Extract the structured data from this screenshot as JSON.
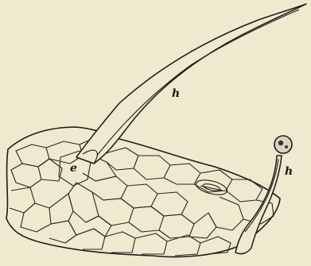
{
  "figure": {
    "labels": {
      "hair_upper": "h",
      "epidermis_cell": "e",
      "hair_lower": "h"
    }
  }
}
